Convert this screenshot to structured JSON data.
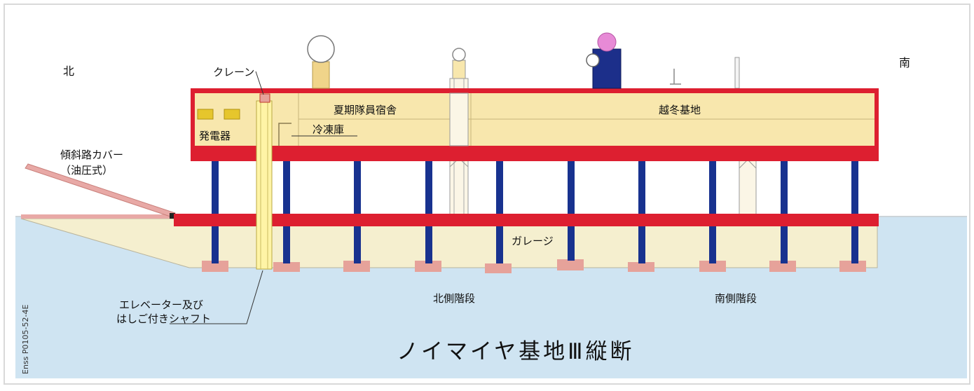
{
  "title": "ノイマイヤ基地Ⅲ縦断",
  "labels": {
    "north": "北",
    "south": "南",
    "crane": "クレーン",
    "generator": "発電器",
    "summer_quarters": "夏期隊員宿舎",
    "winter_base": "越冬基地",
    "freezer": "冷凍庫",
    "ramp_cover_line1": "傾斜路カバー",
    "ramp_cover_line2": "（油圧式）",
    "garage": "ガレージ",
    "elevator_line1": "エレベーター及び",
    "elevator_line2": "はしご付きシャフト",
    "north_stairs": "北側階段",
    "south_stairs": "南側階段",
    "credit": "Enss P0105-52-4E"
  },
  "colors": {
    "snow": "#cfe4f2",
    "building_fill": "#f8e7ad",
    "garage_fill": "#f5efcf",
    "deck_red": "#dd1f30",
    "column_blue": "#18328f",
    "foundation_pink": "#e6a29a",
    "ramp_pink": "#e8a9a6",
    "frame": "#d9d9d9"
  }
}
